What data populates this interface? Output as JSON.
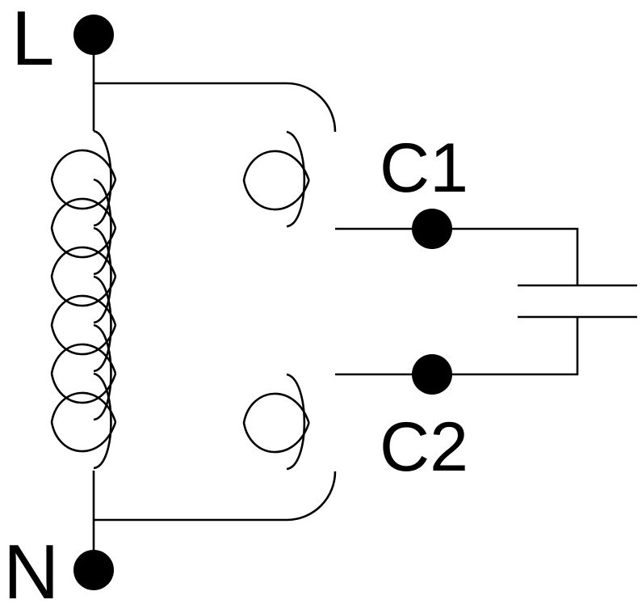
{
  "diagram": {
    "terminals": {
      "line": "L",
      "neutral": "N",
      "cap_top": "C1",
      "cap_bottom": "C2"
    },
    "colors": {
      "stroke": "#000000",
      "background": "#ffffff"
    }
  }
}
